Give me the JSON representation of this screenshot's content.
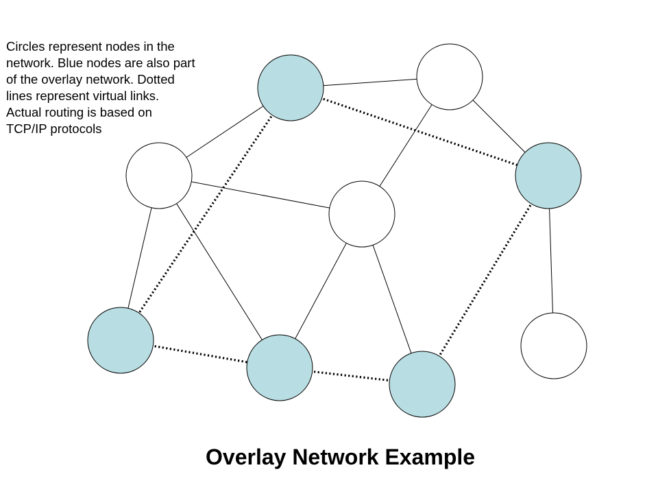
{
  "title": "Overlay Network Example",
  "caption_lines": [
    "Circles represent nodes in the",
    "network. Blue nodes are also part",
    "of the overlay network.  Dotted",
    "lines represent virtual links.",
    "Actual routing is based on",
    "TCP/IP protocols"
  ],
  "colors": {
    "overlay_node_fill": "#b8dde2",
    "plain_node_fill": "#ffffff",
    "stroke": "#000000"
  },
  "diagram": {
    "nodes": [
      {
        "id": "n-top-center",
        "overlay": true
      },
      {
        "id": "n-top-right",
        "overlay": false
      },
      {
        "id": "n-mid-left",
        "overlay": false
      },
      {
        "id": "n-center",
        "overlay": false
      },
      {
        "id": "n-right",
        "overlay": true
      },
      {
        "id": "n-bottom-left",
        "overlay": true
      },
      {
        "id": "n-bottom-mid",
        "overlay": true
      },
      {
        "id": "n-bottom-right-mid",
        "overlay": true
      },
      {
        "id": "n-far-right",
        "overlay": false
      }
    ],
    "physical_links": [
      [
        "n-top-center",
        "n-top-right"
      ],
      [
        "n-top-center",
        "n-mid-left"
      ],
      [
        "n-top-right",
        "n-center"
      ],
      [
        "n-top-right",
        "n-right"
      ],
      [
        "n-mid-left",
        "n-center"
      ],
      [
        "n-mid-left",
        "n-bottom-left"
      ],
      [
        "n-mid-left",
        "n-bottom-mid"
      ],
      [
        "n-center",
        "n-bottom-mid"
      ],
      [
        "n-center",
        "n-bottom-right-mid"
      ],
      [
        "n-right",
        "n-far-right"
      ]
    ],
    "virtual_links": [
      [
        "n-top-center",
        "n-right"
      ],
      [
        "n-top-center",
        "n-bottom-left"
      ],
      [
        "n-bottom-left",
        "n-bottom-mid"
      ],
      [
        "n-bottom-mid",
        "n-bottom-right-mid"
      ],
      [
        "n-right",
        "n-bottom-right-mid"
      ]
    ]
  }
}
